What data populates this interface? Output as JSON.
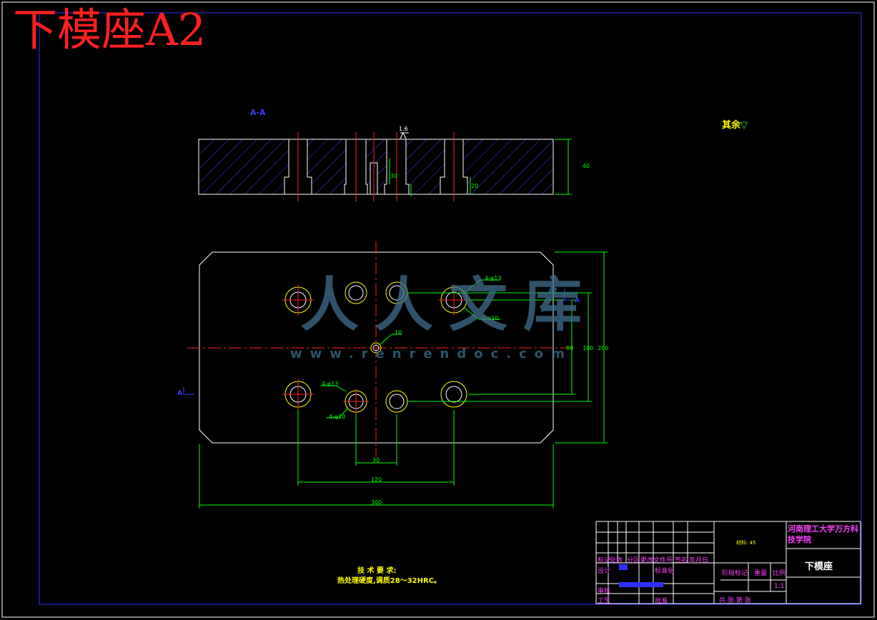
{
  "drawing": {
    "title": "下模座A2",
    "section_label": "A-A",
    "surface_finish_rest": "其余",
    "roughness_top": "1.6",
    "section_mark": "A",
    "dims": {
      "thickness": "40",
      "depth_a": "30",
      "depth_b": "20",
      "hole_a": "4-φ13",
      "hole_b": "4-φ10",
      "hole_c": "4-φ13",
      "hole_d": "4-φ10",
      "pin": "10",
      "inner_h": "80",
      "mid_h": "100",
      "outer_h": "200",
      "pitch_x1": "30",
      "pitch_x2": "120",
      "overall_w": "300"
    },
    "tech_req_title": "技 术 要 求:",
    "tech_req_text": "热处理硬度,调质28～32HRC。"
  },
  "title_block": {
    "school": "河南理工大学万方科技学院",
    "part_name": "下模座",
    "material": "材料: 45",
    "scale_value": "1:1",
    "headers": [
      "标记",
      "处数",
      "分区",
      "更改文件号",
      "签名",
      "年月日"
    ],
    "rows": [
      "设计",
      "审核",
      "工艺"
    ],
    "standardize": "标准化",
    "approve": "批准",
    "stage_mark": "阶段标记",
    "weight": "重量",
    "scale": "比例",
    "sheets": "共  张  第  张"
  },
  "watermark": {
    "text": "人人文库",
    "url": "www.renrendoc.com"
  },
  "colors": {
    "outline": "#ffffff",
    "center": "#ff2020",
    "dimension": "#00ff00",
    "hatch": "#4040ff",
    "hole": "#ffff00",
    "border": "#3030ff"
  }
}
